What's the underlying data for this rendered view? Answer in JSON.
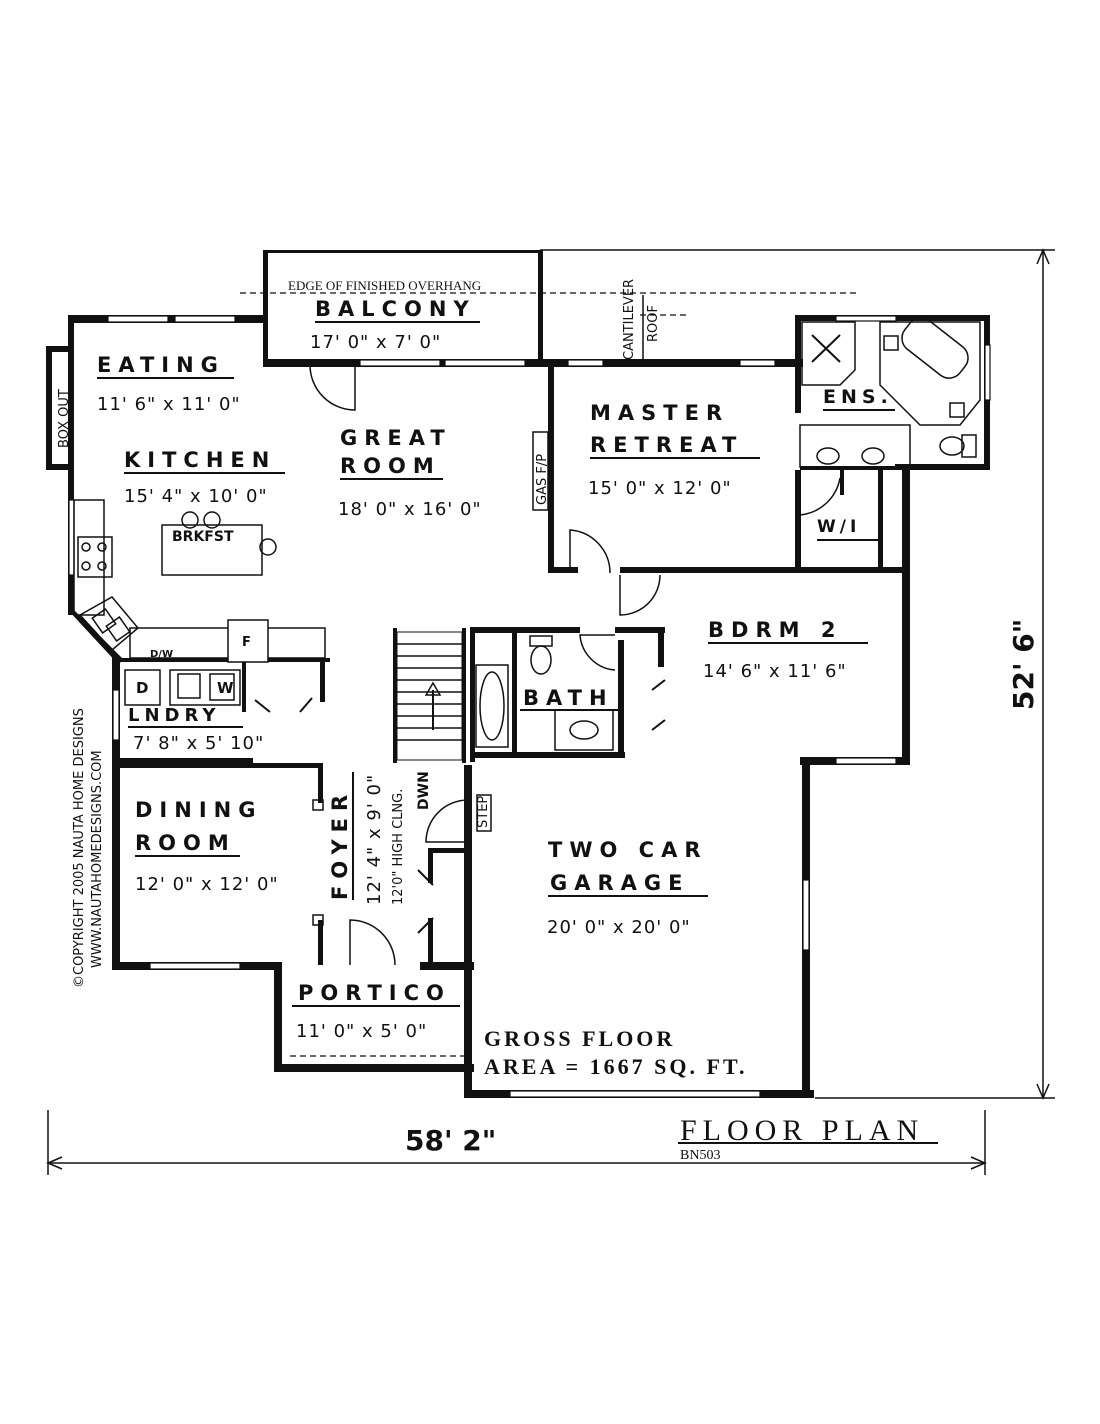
{
  "rooms": {
    "balcony": {
      "name": "BALCONY",
      "size": "17' 0\" x 7' 0\""
    },
    "overhang": "EDGE OF FINISHED OVERHANG",
    "eating": {
      "name": "EATING",
      "size": "11' 6\" x 11' 0\""
    },
    "box_out": "BOX OUT",
    "kitchen": {
      "name": "KITCHEN",
      "size": "15' 4\" x 10' 0\""
    },
    "brkfst": "BRKFST",
    "great_room": {
      "name1": "GREAT",
      "name2": "ROOM",
      "size": "18' 0\" x 16' 0\""
    },
    "gas_fp": "GAS F/P",
    "cantilever": "CANTILEVER",
    "roof": "ROOF",
    "master": {
      "name1": "MASTER",
      "name2": "RETREAT",
      "size": "15' 0\" x 12' 0\""
    },
    "ens": "ENS.",
    "wi": "W/I",
    "bdrm2": {
      "name": "BDRM 2",
      "size": "14' 6\" x 11' 6\""
    },
    "bath": "BATH",
    "laundry": {
      "name": "LNDRY",
      "size": "7' 8\" x 5' 10\"",
      "d": "D",
      "w": "W"
    },
    "dw": "D/W",
    "fridge": "F",
    "dining": {
      "name1": "DINING",
      "name2": "ROOM",
      "size": "12' 0\" x 12' 0\""
    },
    "foyer": {
      "name": "FOYER",
      "size": "12' 4\" x 9' 0\"",
      "ceiling": "12'0\" HIGH CLNG."
    },
    "dwn": "DWN",
    "step": "STEP",
    "garage": {
      "name1": "TWO CAR",
      "name2": "GARAGE",
      "size": "20' 0\" x 20' 0\""
    },
    "portico": {
      "name": "PORTICO",
      "size": "11' 0\" x 5' 0\""
    }
  },
  "gross_area": {
    "line1": "GROSS FLOOR",
    "line2": "AREA = 1667 SQ. FT."
  },
  "copyright": {
    "line1": "©COPYRIGHT 2005 NAUTA HOME DESIGNS",
    "line2": "WWW.NAUTAHOMEDESIGNS.COM"
  },
  "dimensions": {
    "width": "58' 2\"",
    "depth": "52' 6\""
  },
  "title": {
    "main": "FLOOR PLAN",
    "code": "BN503"
  }
}
